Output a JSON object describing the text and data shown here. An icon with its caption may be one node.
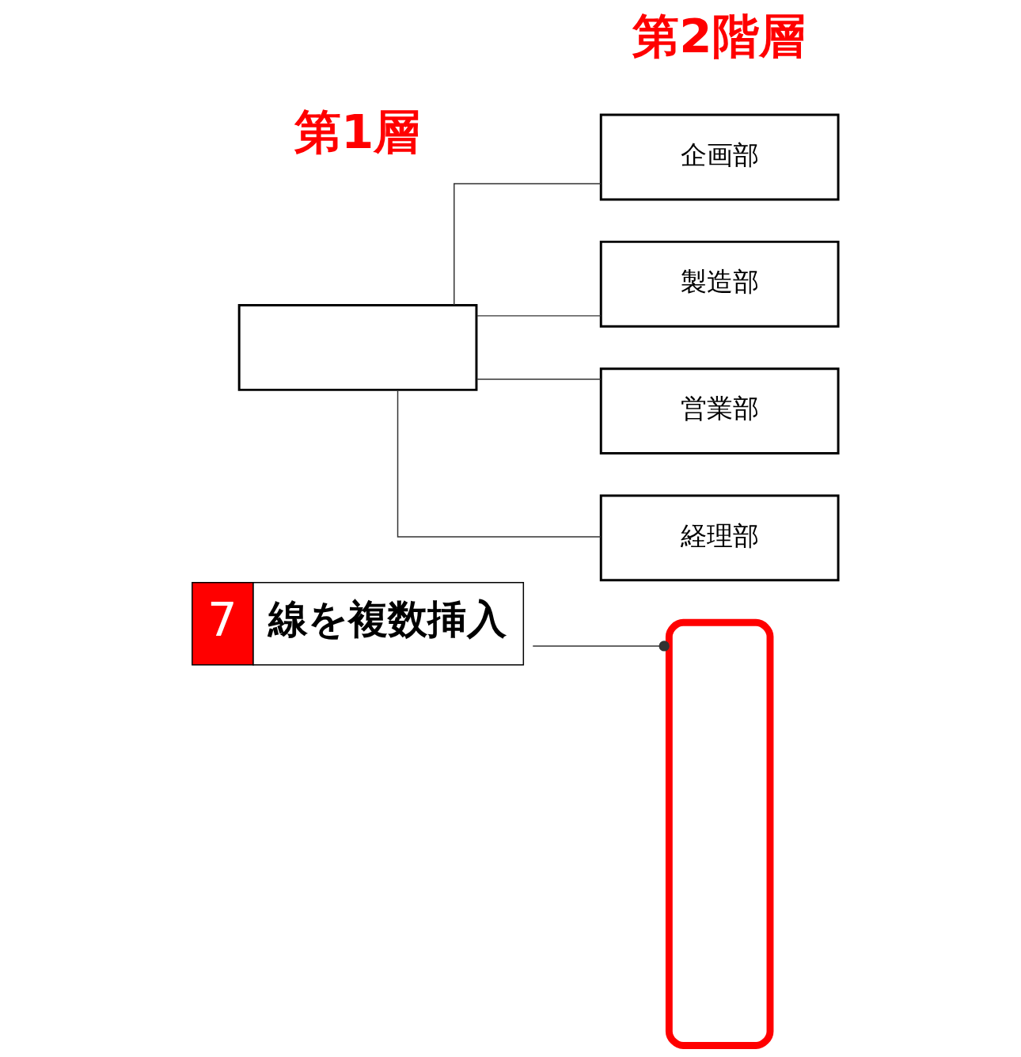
{
  "diagram": {
    "nodes": [
      {
        "text": [],
        "shape": "box"
      },
      {
        "text": [
          "企画部"
        ]
      },
      {
        "text": [
          "製造部"
        ]
      },
      {
        "text": [
          "営業部"
        ]
      },
      {
        "text": [
          "経理部"
        ]
      },
      {
        "text": [],
        "shape": "box"
      },
      {
        "text": [
          "7",
          "線を複数挿入"
        ]
      }
    ],
    "edges": [
      {
        "from": 0,
        "to": 1,
        "arrow": "none"
      },
      {
        "from": 0,
        "to": 2,
        "arrow": "none"
      },
      {
        "from": 0,
        "to": 3,
        "arrow": "none"
      },
      {
        "from": 0,
        "to": 4,
        "arrow": "none"
      },
      {
        "from": 6,
        "to": 5,
        "arrow": "other"
      }
    ],
    "labels": [
      "第1層",
      "第2階層"
    ]
  }
}
